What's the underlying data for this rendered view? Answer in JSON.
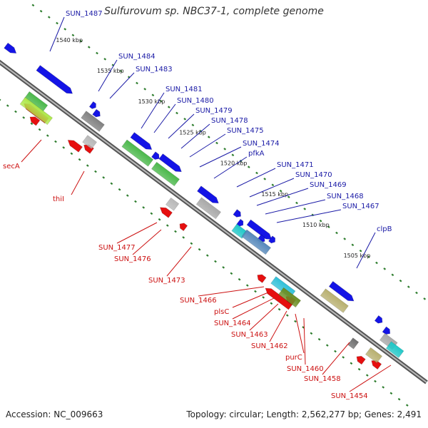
{
  "title": "Sulfurovum sp. NBC37-1, complete genome",
  "footer": {
    "accession": "Accession: NC_009663",
    "topology": "Topology: circular; Length: 2,562,277 bp; Genes: 2,491"
  },
  "colors": {
    "backbone": "#777777",
    "tick": "#2e7d2e",
    "forward_label": "#1a1aa6",
    "reverse_label": "#cc1111",
    "forward_arrow": "#1414e6",
    "reverse_arrow": "#e60f0f"
  },
  "ticks": [
    {
      "label": "1540 kbp"
    },
    {
      "label": "1535 kbp"
    },
    {
      "label": "1530 kbp"
    },
    {
      "label": "1525 kbp"
    },
    {
      "label": "1520 kbp"
    },
    {
      "label": "1515 kbp"
    },
    {
      "label": "1510 kbp"
    },
    {
      "label": "1505 kbp"
    }
  ],
  "forward_labels": [
    "SUN_1487",
    "SUN_1484",
    "SUN_1483",
    "SUN_1481",
    "SUN_1480",
    "SUN_1479",
    "SUN_1478",
    "SUN_1475",
    "SUN_1474",
    "pfkA",
    "SUN_1471",
    "SUN_1470",
    "SUN_1469",
    "SUN_1468",
    "SUN_1467",
    "clpB"
  ],
  "reverse_labels": [
    "secA",
    "thiI",
    "SUN_1477",
    "SUN_1476",
    "SUN_1473",
    "SUN_1466",
    "plsC",
    "SUN_1464",
    "SUN_1463",
    "SUN_1462",
    "purC",
    "SUN_1460",
    "SUN_1458",
    "SUN_1454"
  ],
  "forward_genes": [
    {
      "color": "#1414e6"
    },
    {
      "color": "#1414e6"
    },
    {
      "color": "#1414e6"
    },
    {
      "color": "#1414e6"
    },
    {
      "color": "#1414e6"
    },
    {
      "color": "#1414e6"
    },
    {
      "color": "#1414e6"
    },
    {
      "color": "#1414e6"
    },
    {
      "color": "#1414e6"
    },
    {
      "color": "#1414e6"
    },
    {
      "color": "#1414e6"
    },
    {
      "color": "#1414e6"
    },
    {
      "color": "#1414e6"
    },
    {
      "color": "#1414e6"
    },
    {
      "color": "#1414e6"
    },
    {
      "color": "#1414e6"
    }
  ],
  "reverse_genes": [
    {
      "color": "#e60f0f"
    },
    {
      "color": "#e60f0f"
    },
    {
      "color": "#e60f0f"
    },
    {
      "color": "#e60f0f"
    },
    {
      "color": "#e60f0f"
    },
    {
      "color": "#e60f0f"
    },
    {
      "color": "#e60f0f"
    },
    {
      "color": "#e60f0f"
    },
    {
      "color": "#e60f0f"
    },
    {
      "color": "#e60f0f"
    },
    {
      "color": "#e60f0f"
    },
    {
      "color": "#e60f0f"
    },
    {
      "color": "#e60f0f"
    },
    {
      "color": "#e60f0f"
    }
  ],
  "cog_bars": [
    {
      "color": "#4ab84a"
    },
    {
      "color": "#4ab84a"
    },
    {
      "color": "#a8a8a8"
    },
    {
      "color": "#20c8c8"
    },
    {
      "color": "#5588bb"
    },
    {
      "color": "#b8b070"
    },
    {
      "color": "#a8a8a8"
    },
    {
      "color": "#20c8c8"
    },
    {
      "color": "#808080"
    },
    {
      "color": "#4ab84a"
    },
    {
      "color": "#aee84a"
    },
    {
      "color": "#b8b8b8"
    },
    {
      "color": "#b8b8b8"
    },
    {
      "color": "#30c0d8"
    },
    {
      "color": "#6b8e23"
    },
    {
      "color": "#b8b070"
    },
    {
      "color": "#707070"
    }
  ]
}
